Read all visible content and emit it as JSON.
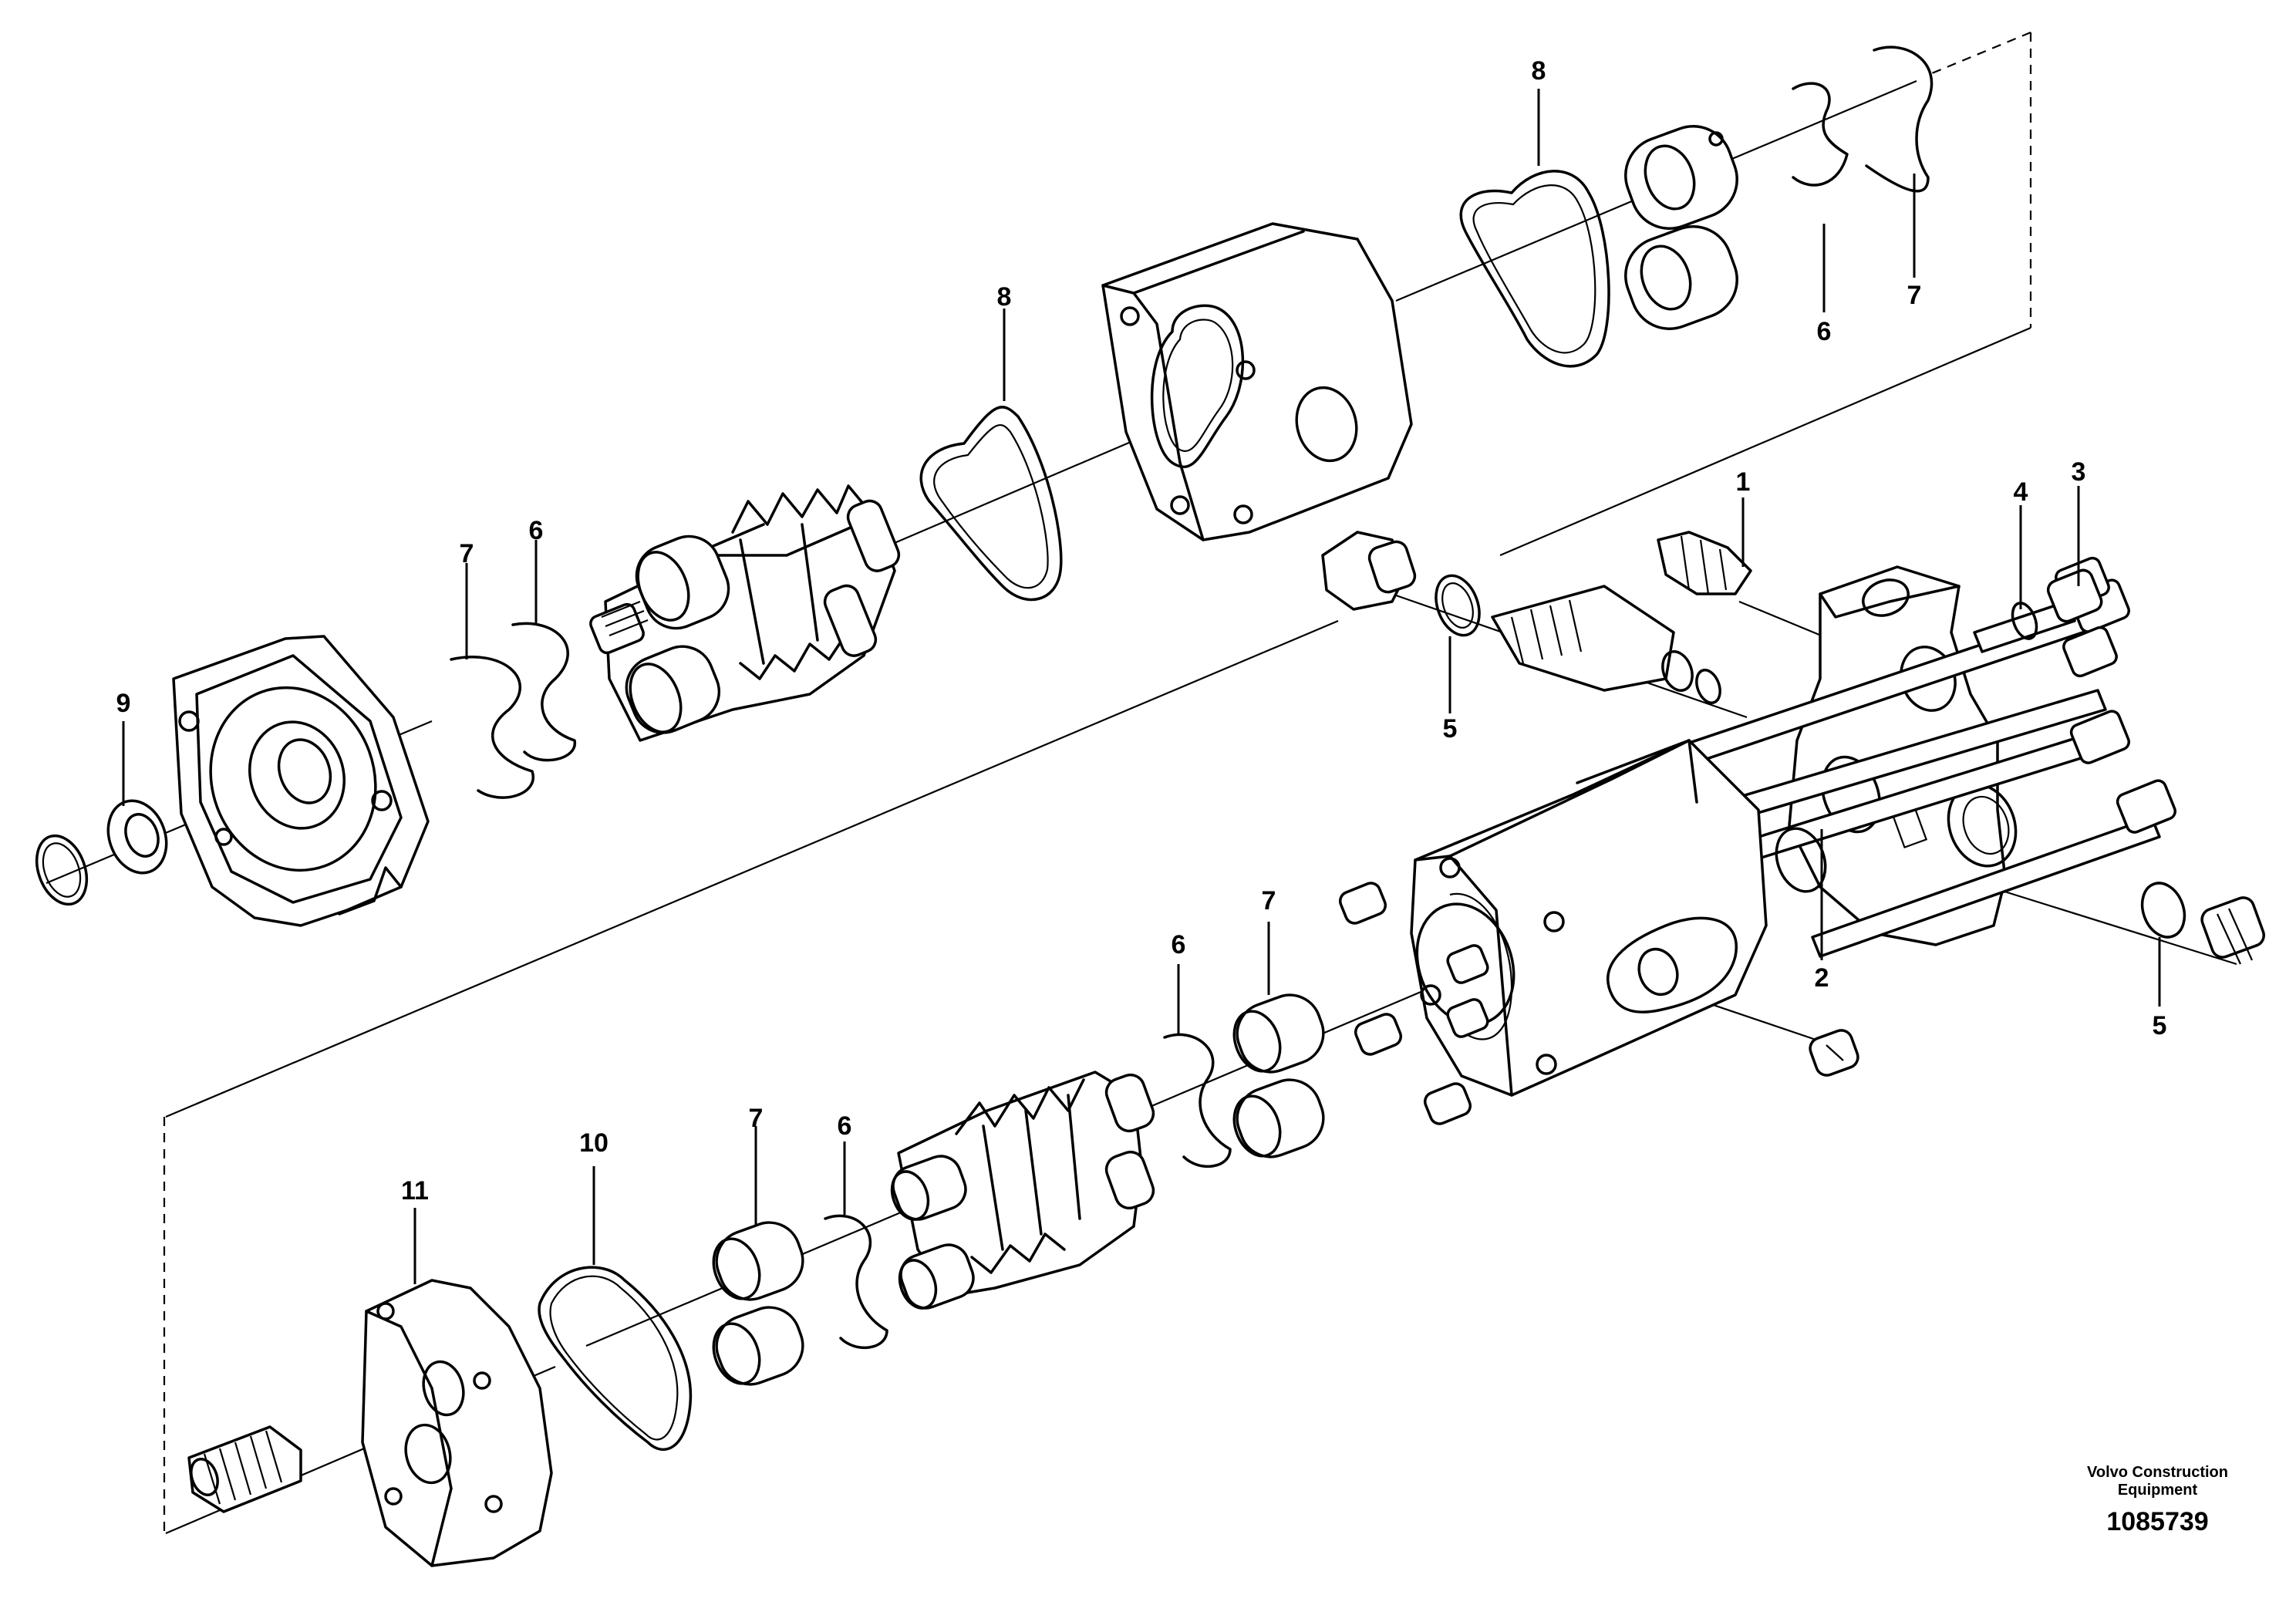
{
  "callouts": {
    "c1": "1",
    "c2": "2",
    "c3": "3",
    "c4": "4",
    "c5a": "5",
    "c5b": "5",
    "c6a": "6",
    "c6b": "6",
    "c6c": "6",
    "c6d": "6",
    "c7a": "7",
    "c7b": "7",
    "c7c": "7",
    "c7d": "7",
    "c8a": "8",
    "c8b": "8",
    "c9": "9",
    "c10": "10",
    "c11": "11"
  },
  "branding": {
    "line1": "Volvo Construction",
    "line2": "Equipment",
    "drawing_number": "1085739"
  },
  "colors": {
    "ink": "#000000",
    "paper": "#ffffff"
  }
}
